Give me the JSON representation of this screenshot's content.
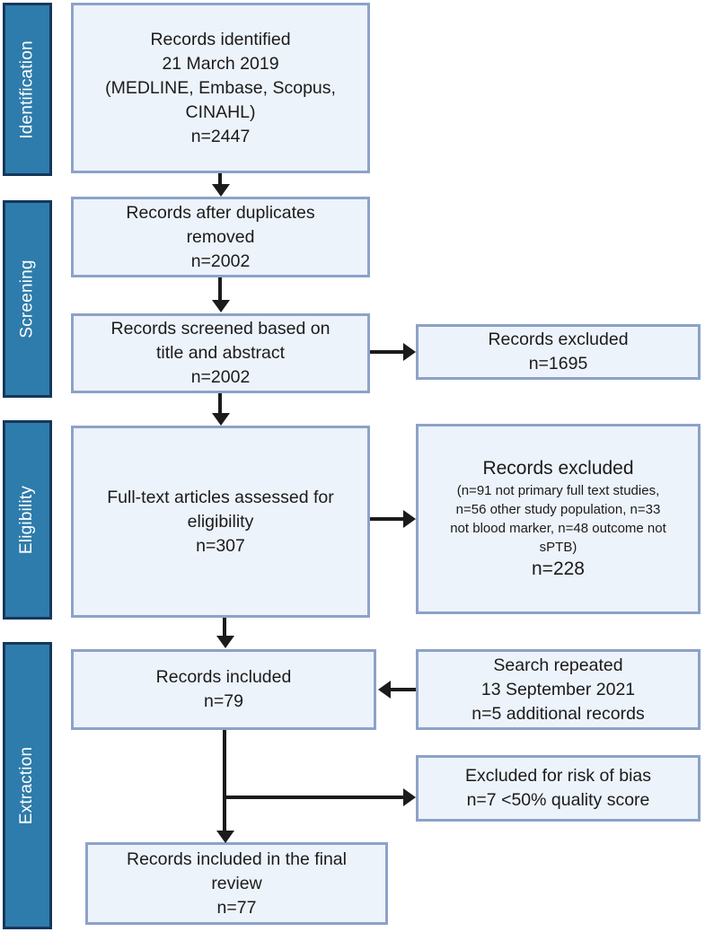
{
  "diagram": {
    "type": "prisma-flow-diagram",
    "title": "PRISMA study selection flow diagram",
    "colors": {
      "phase_fill": "#2E7CAB",
      "phase_border": "#17375E",
      "phase_text": "#FFFFFF",
      "box_fill": "#EDF3FB",
      "box_border": "#8DA2C8",
      "box_text": "#1B1B1B",
      "connector": "#1B1B1B",
      "background": "#FFFFFF"
    }
  },
  "phases": [
    {
      "id": "identification",
      "label": "Identification"
    },
    {
      "id": "screening",
      "label": "Screening"
    },
    {
      "id": "eligibility",
      "label": "Eligibility"
    },
    {
      "id": "extraction",
      "label": "Extraction"
    }
  ],
  "boxes": {
    "records_identified": {
      "text": "Records identified\n21 March 2019\n(MEDLINE, Embase, Scopus,\nCINAHL)\nn=2447",
      "count": 2447,
      "date": "21 March 2019",
      "databases": "MEDLINE, Embase, Scopus, CINAHL"
    },
    "duplicates_removed": {
      "text": "Records after duplicates\nremoved\nn=2002",
      "count": 2002
    },
    "records_screened": {
      "text": "Records screened based on\ntitle and abstract\nn=2002",
      "count": 2002
    },
    "records_excluded_screening": {
      "text": "Records excluded\nn=1695",
      "count": 1695
    },
    "fulltext_assessed": {
      "text": "Full-text articles assessed for\neligibility\nn=307",
      "count": 307
    },
    "records_excluded_eligibility": {
      "heading": "Records excluded",
      "reasons": "(n=91 not primary full text studies,\nn=56 other study population, n=33\nnot blood marker, n=48 outcome not\nsPTB)",
      "total": "n=228",
      "count": 228,
      "breakdown": [
        {
          "reason": "not primary full text studies",
          "n": 91
        },
        {
          "reason": "other study population",
          "n": 56
        },
        {
          "reason": "not blood marker",
          "n": 33
        },
        {
          "reason": "outcome not sPTB",
          "n": 48
        }
      ]
    },
    "records_included": {
      "text": "Records included\nn=79",
      "count": 79
    },
    "search_repeated": {
      "text": "Search repeated\n13 September 2021\nn=5 additional records",
      "date": "13 September 2021",
      "count": 5
    },
    "excluded_risk_of_bias": {
      "text": "Excluded for risk of bias\nn=7 <50% quality score",
      "count": 7,
      "threshold": "<50% quality score"
    },
    "records_final": {
      "text": "Records included in the final\nreview\nn=77",
      "count": 77
    }
  }
}
